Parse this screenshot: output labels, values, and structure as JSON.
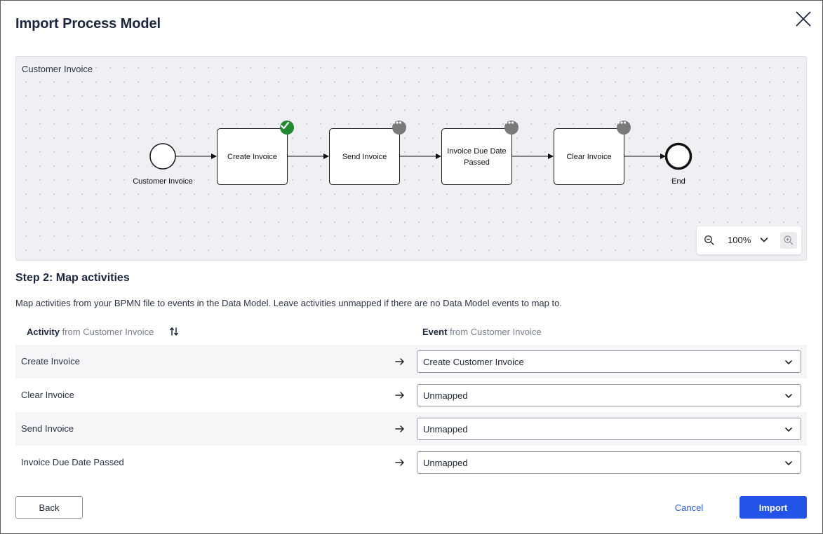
{
  "dialog": {
    "title": "Import Process Model",
    "close_icon": "close-icon"
  },
  "diagram": {
    "canvas_title": "Customer Invoice",
    "start_event_label": "Customer Invoice",
    "end_event_label": "End",
    "tasks": [
      {
        "label": "Create Invoice",
        "badge": "check-icon"
      },
      {
        "label": "Send Invoice",
        "badge": "more-icon"
      },
      {
        "label": "Invoice Due Date Passed",
        "badge": "more-icon"
      },
      {
        "label": "Clear Invoice",
        "badge": "more-icon"
      }
    ],
    "zoom": {
      "level": "100%",
      "zoom_out_icon": "zoom-out-icon",
      "zoom_in_icon": "zoom-in-icon",
      "dropdown_icon": "chevron-down-icon"
    }
  },
  "step": {
    "title": "Step 2: Map activities",
    "description": "Map activities from your BPMN file to events in the Data Model. Leave activities unmapped if there are no Data Model events to map to."
  },
  "mapping": {
    "activity_header_bold": "Activity",
    "activity_header_rest": " from Customer Invoice",
    "event_header_bold": "Event",
    "event_header_rest": " from Customer Invoice",
    "sort_icon": "sort-icon",
    "rows": [
      {
        "activity": "Create Invoice",
        "event": "Create Customer Invoice"
      },
      {
        "activity": "Clear Invoice",
        "event": "Unmapped"
      },
      {
        "activity": "Send Invoice",
        "event": "Unmapped"
      },
      {
        "activity": "Invoice Due Date Passed",
        "event": "Unmapped"
      }
    ]
  },
  "footer": {
    "back_label": "Back",
    "cancel_label": "Cancel",
    "import_label": "Import"
  },
  "colors": {
    "primary": "#2453e8",
    "success": "#1f8a2e",
    "badge_grey": "#7a7a7a",
    "canvas_bg": "#efeff4",
    "title_text": "#1b2640"
  }
}
